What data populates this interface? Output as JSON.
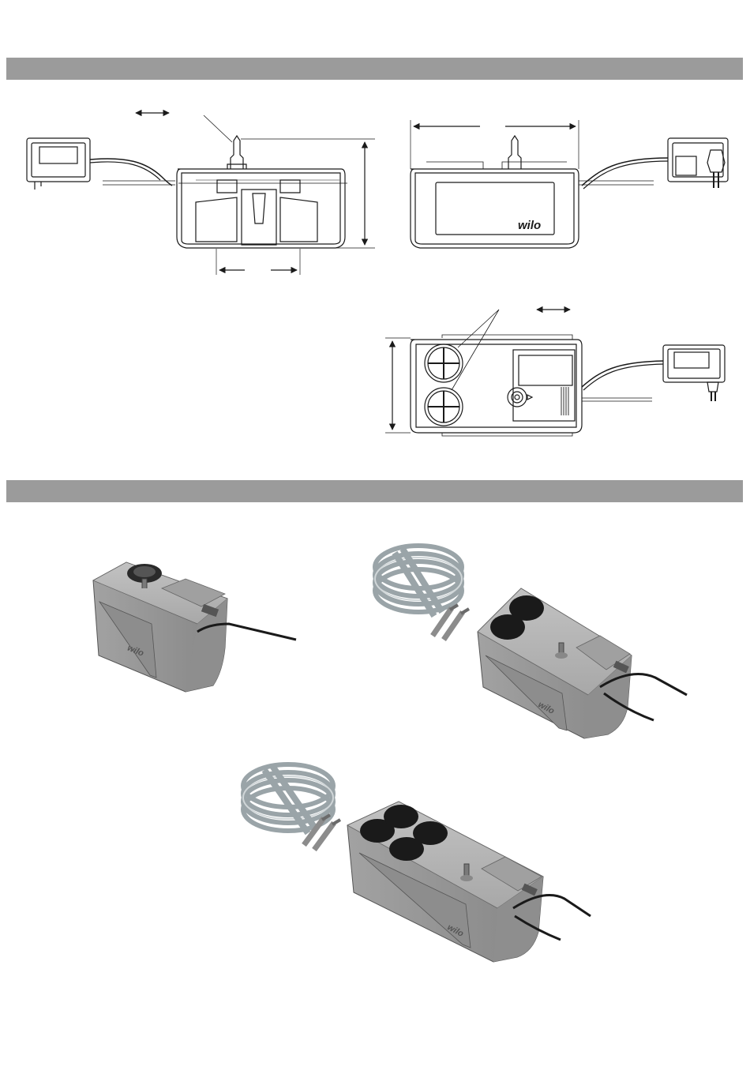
{
  "colors": {
    "band": "#9b9b9b",
    "line": "#1a1a1a",
    "pump_fill": "#9a9a9a",
    "pump_top": "#b5b5b5",
    "pump_dark": "#7a7a7a",
    "hole": "#1a1a1a",
    "tube": "#b8c0c4",
    "anchor": "#8c8c8c"
  },
  "branding": {
    "logo_front": "wilo",
    "logo_3d_a": "wilo",
    "logo_3d_b": "wilo",
    "logo_3d_c": "wilo"
  },
  "icons": {
    "power_adapter": "power-adapter-icon",
    "plug": "euro-plug-icon",
    "dimension_arrow": "double-arrow-icon",
    "mounting_hole": "crosshair-circle-icon",
    "tubing_coil": "tubing-coil-icon",
    "wall_anchor": "wall-anchor-screw-icon"
  }
}
